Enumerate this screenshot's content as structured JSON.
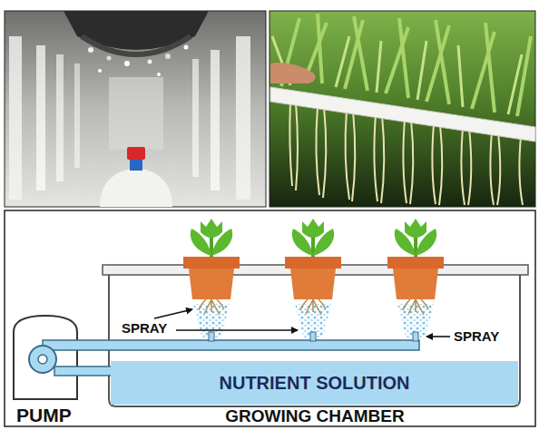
{
  "diagram": {
    "nodes": [
      {
        "text": [
          "NUTRIENT SOLUTION"
        ]
      }
    ],
    "labels": [
      "SPRAY",
      "SPRAY",
      "PUMP",
      "GROWING CHAMBER"
    ]
  }
}
